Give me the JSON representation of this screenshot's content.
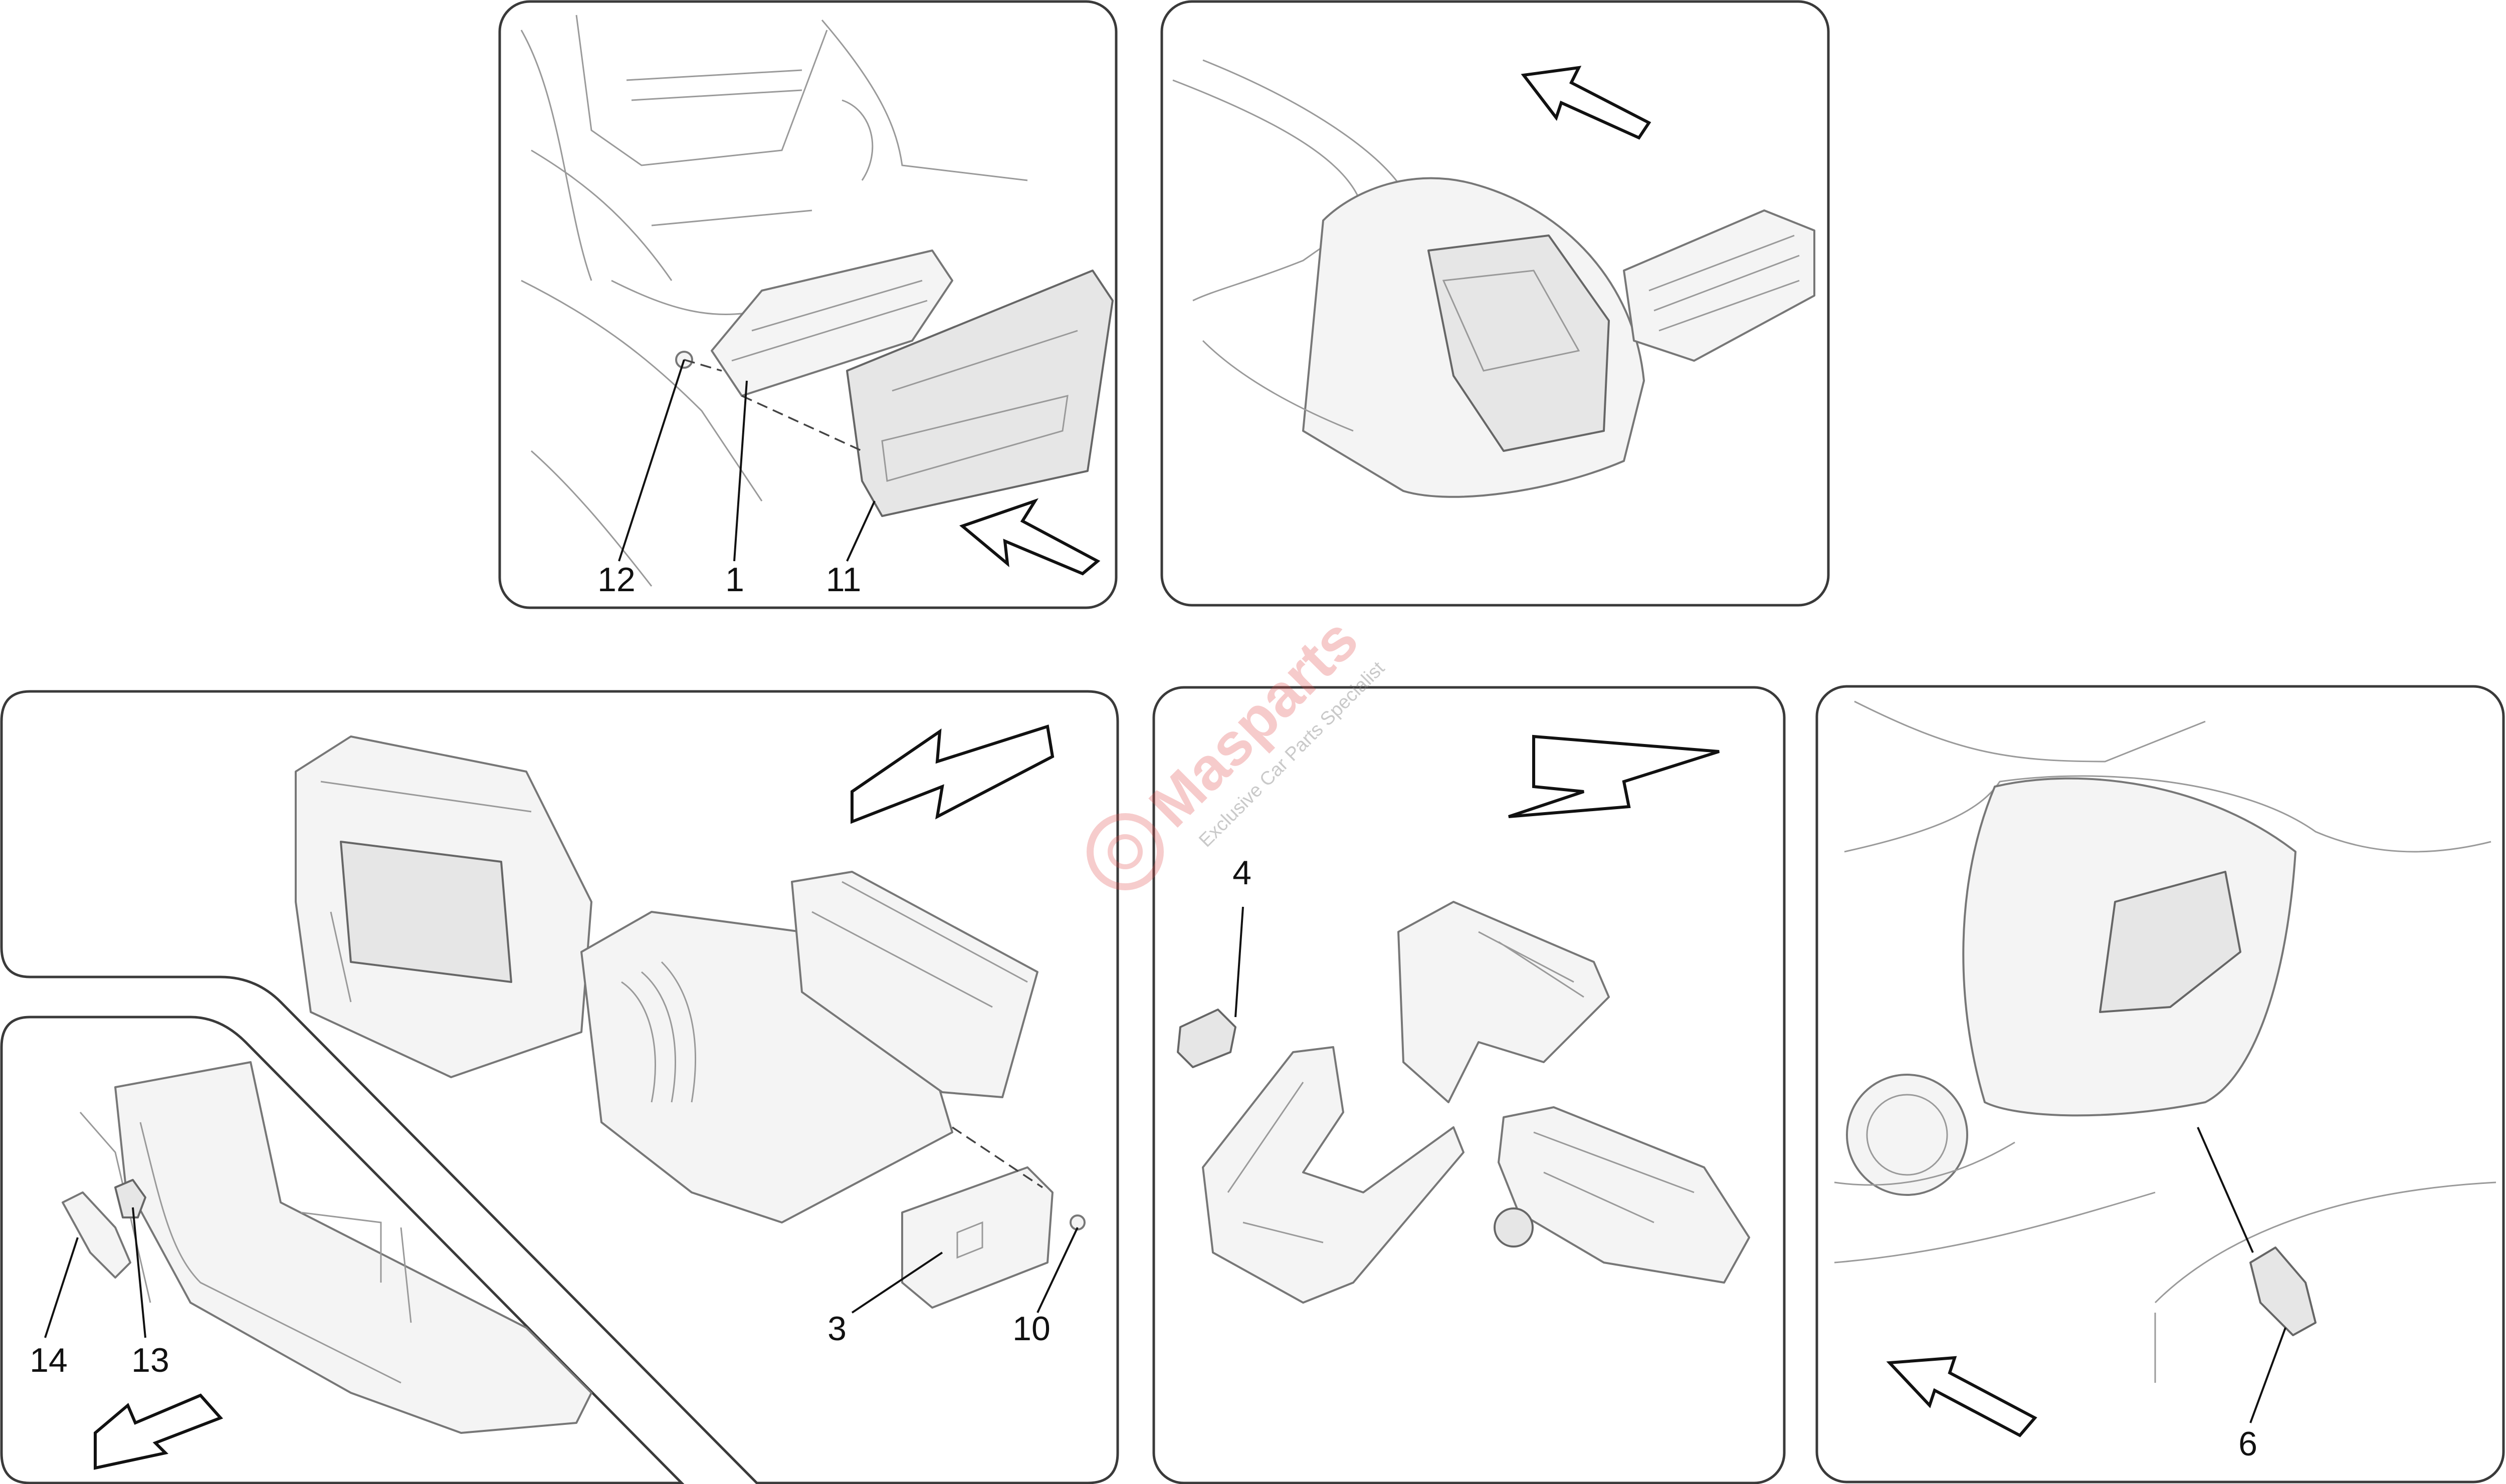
{
  "callouts": {
    "c1": "1",
    "c3": "3",
    "c4": "4",
    "c6": "6",
    "c10": "10",
    "c11": "11",
    "c12": "12",
    "c13": "13",
    "c14": "14"
  },
  "watermark": {
    "brand": "Masparts",
    "tagline": "Exclusive Car Parts Specialist"
  },
  "colors": {
    "line": "#111111",
    "frame": "#3a3a3a",
    "watermark": "#e04848"
  }
}
